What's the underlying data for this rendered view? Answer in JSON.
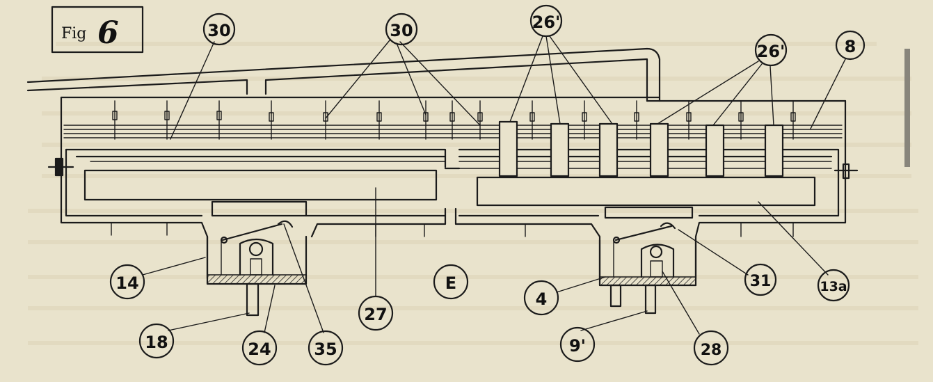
{
  "figure": {
    "title_prefix": "Fig",
    "title_number": "6"
  },
  "labels": [
    {
      "id": "l30a",
      "text": "30"
    },
    {
      "id": "l30b",
      "text": "30"
    },
    {
      "id": "l26a",
      "text": "26'"
    },
    {
      "id": "l26b",
      "text": "26'"
    },
    {
      "id": "l8",
      "text": "8"
    },
    {
      "id": "l14a",
      "text": "14"
    },
    {
      "id": "l27",
      "text": "27"
    },
    {
      "id": "l4",
      "text": "4"
    },
    {
      "id": "l31",
      "text": "31"
    },
    {
      "id": "l13a",
      "text": "13a"
    },
    {
      "id": "l18",
      "text": "18"
    },
    {
      "id": "l24",
      "text": "24"
    },
    {
      "id": "l35",
      "text": "35"
    },
    {
      "id": "l9",
      "text": "9'"
    },
    {
      "id": "l28",
      "text": "28"
    },
    {
      "id": "lE",
      "text": "E"
    }
  ]
}
